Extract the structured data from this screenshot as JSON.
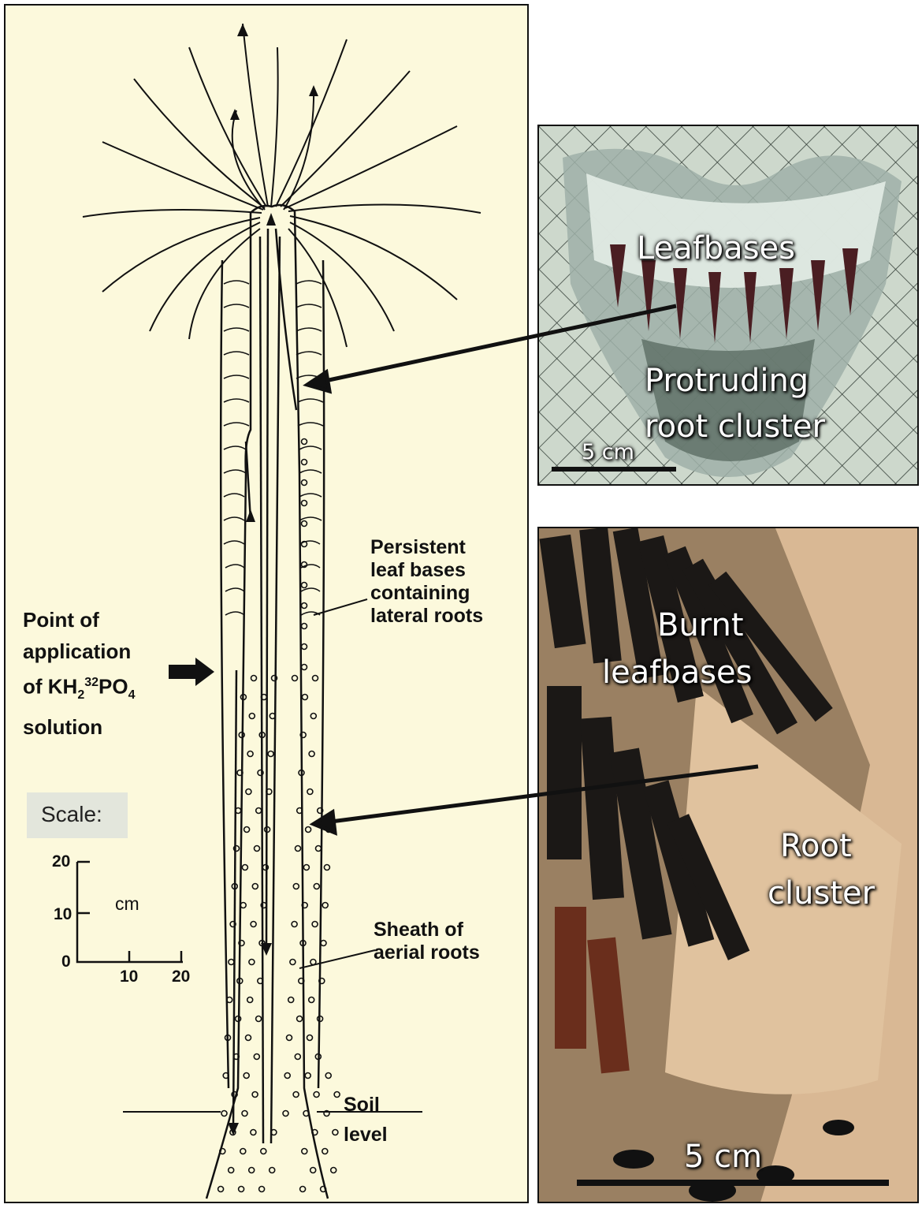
{
  "diagram": {
    "labels": {
      "persistent": [
        "Persistent",
        "leaf bases",
        "containing",
        "lateral roots"
      ],
      "point_of_application": [
        "Point of",
        "application",
        "of KH",
        "2",
        "32",
        "PO",
        "4",
        "solution"
      ],
      "sheath": [
        "Sheath of",
        "aerial roots"
      ],
      "soil": [
        "Soil",
        "level"
      ]
    },
    "scale": {
      "title": "Scale:",
      "unit": "cm",
      "y_ticks": [
        "20",
        "10",
        "0"
      ],
      "x_ticks": [
        "10",
        "20"
      ]
    }
  },
  "photo_top": {
    "labels": [
      "Leafbases",
      "Protruding",
      "root cluster"
    ],
    "scale_bar": "5 cm"
  },
  "photo_bottom": {
    "labels": [
      "Burnt",
      "leafbases",
      "Root",
      "cluster"
    ],
    "scale_bar": "5 cm"
  },
  "colors": {
    "paper": "#fcf9dc",
    "ink": "#111111",
    "photo_top_bg": "#c7d3c8",
    "photo_bottom_bg": "#8a7258"
  }
}
